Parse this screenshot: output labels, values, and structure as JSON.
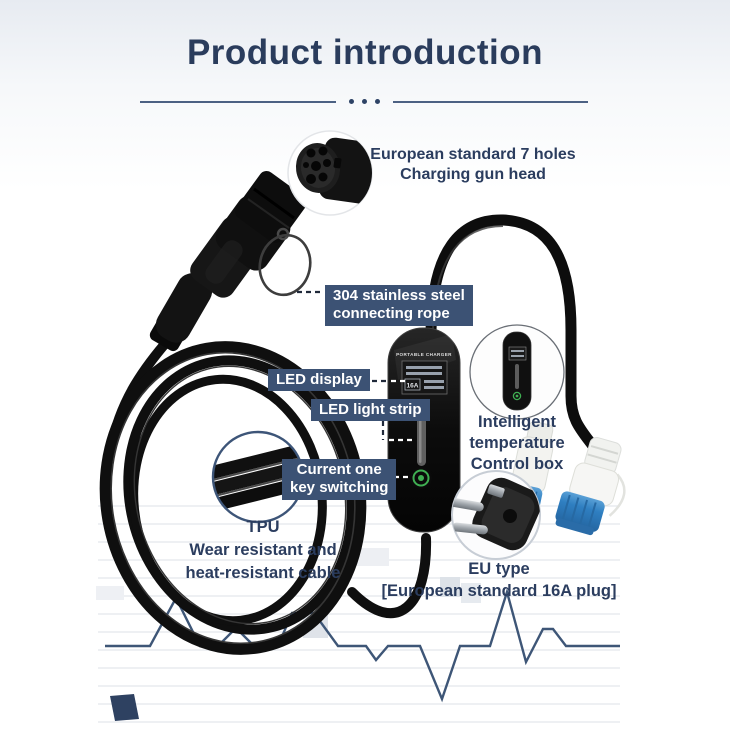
{
  "header": {
    "title": "Product introduction"
  },
  "callouts": {
    "gun_head": {
      "line1": "European standard 7 holes",
      "line2": "Charging gun head"
    },
    "rope": {
      "line1": "304 stainless steel",
      "line2": "connecting rope"
    },
    "led_display": {
      "label": "LED display"
    },
    "led_strip": {
      "label": "LED light strip"
    },
    "current_switch": {
      "line1": "Current one",
      "line2": "key switching"
    },
    "tpu": {
      "line1": "TPU",
      "line2": "Wear resistant and",
      "line3": "heat-resistant cable"
    },
    "temp_box": {
      "line1": "Intelligent",
      "line2": "temperature",
      "line3": "Control box"
    },
    "eu_plug": {
      "line1": "EU type",
      "line2": "[European standard 16A plug]"
    }
  },
  "device": {
    "brand": "PORTABLE CHARGER",
    "current_rating": "16A"
  },
  "colors": {
    "navy_text": "#2b3d5f",
    "badge_bg": "#3c5274",
    "pulse_line": "#3e5677",
    "button_green": "#3fae52",
    "plug_blue": "#2f7fc1"
  }
}
